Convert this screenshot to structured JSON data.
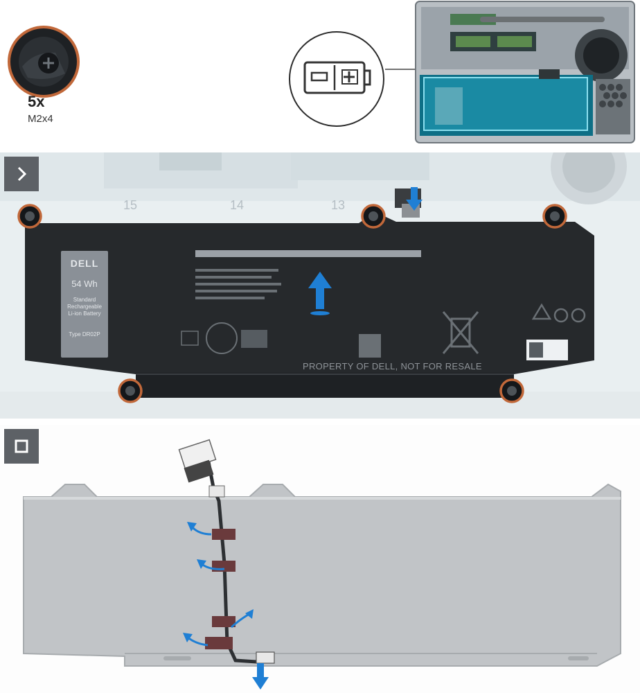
{
  "screw_callout": {
    "count": "5x",
    "size": "M2x4"
  },
  "battery_label": {
    "brand": "DELL",
    "capacity": "54 Wh",
    "standard_lines": [
      "Standard",
      "Rechargeable",
      "Li-ion Battery"
    ],
    "type": "Type DR02P",
    "property_notice": "PROPERTY OF DELL, NOT FOR RESALE"
  },
  "ruler_marks": [
    "15",
    "14",
    "13"
  ],
  "icons": {
    "step1": "chevron-right-icon",
    "step2": "square-icon",
    "callout": "battery-polarity-icon"
  },
  "colors": {
    "screw_highlight": "#c1683a",
    "arrow_blue": "#1f7fd4",
    "step_badge": "#5d6166",
    "battery_body": "#26292c"
  }
}
